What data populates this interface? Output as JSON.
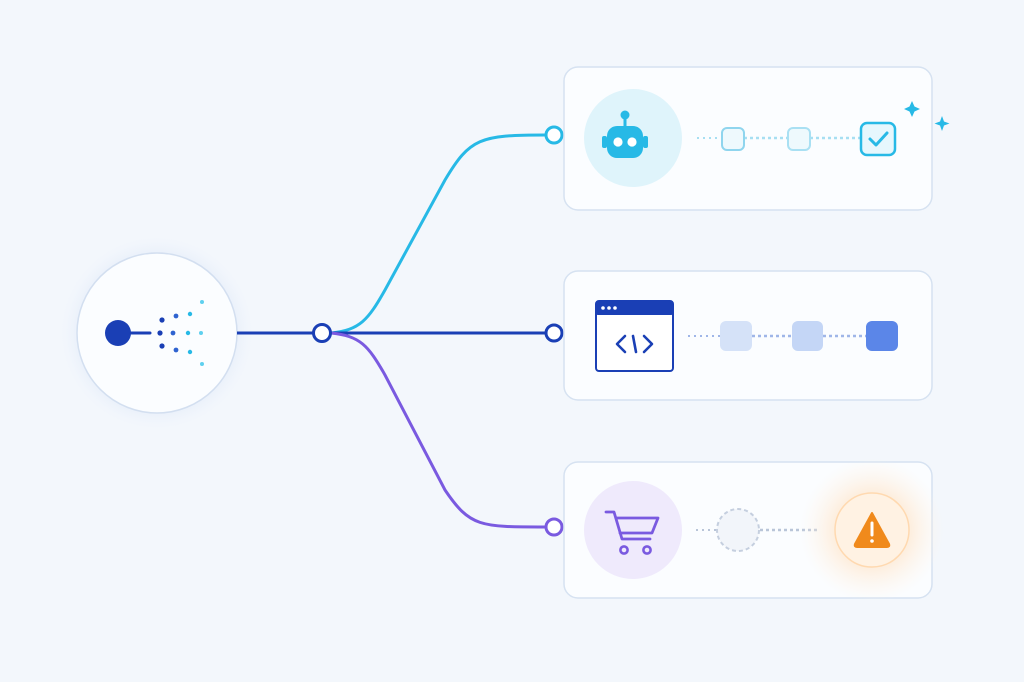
{
  "colors": {
    "background": "#f3f7fc",
    "source": "#1a3fb5",
    "branch_ai": "#27b9e6",
    "branch_code": "#1a3fb5",
    "branch_cart": "#7a5ae0",
    "code_accent": "#5b86e8",
    "warning": "#f08a1c"
  },
  "icons": {
    "source": "signal-source-icon",
    "ai": "robot-icon",
    "code": "code-window-icon",
    "cart": "shopping-cart-icon",
    "warning": "warning-triangle-icon",
    "success": "check-box-icon",
    "sparkle": "sparkle-icon"
  },
  "branches": [
    {
      "id": "ai",
      "status": "success",
      "steps_complete": 3
    },
    {
      "id": "code",
      "status": "in-progress",
      "steps_complete": 3
    },
    {
      "id": "cart",
      "status": "warning",
      "steps_complete": 1
    }
  ]
}
